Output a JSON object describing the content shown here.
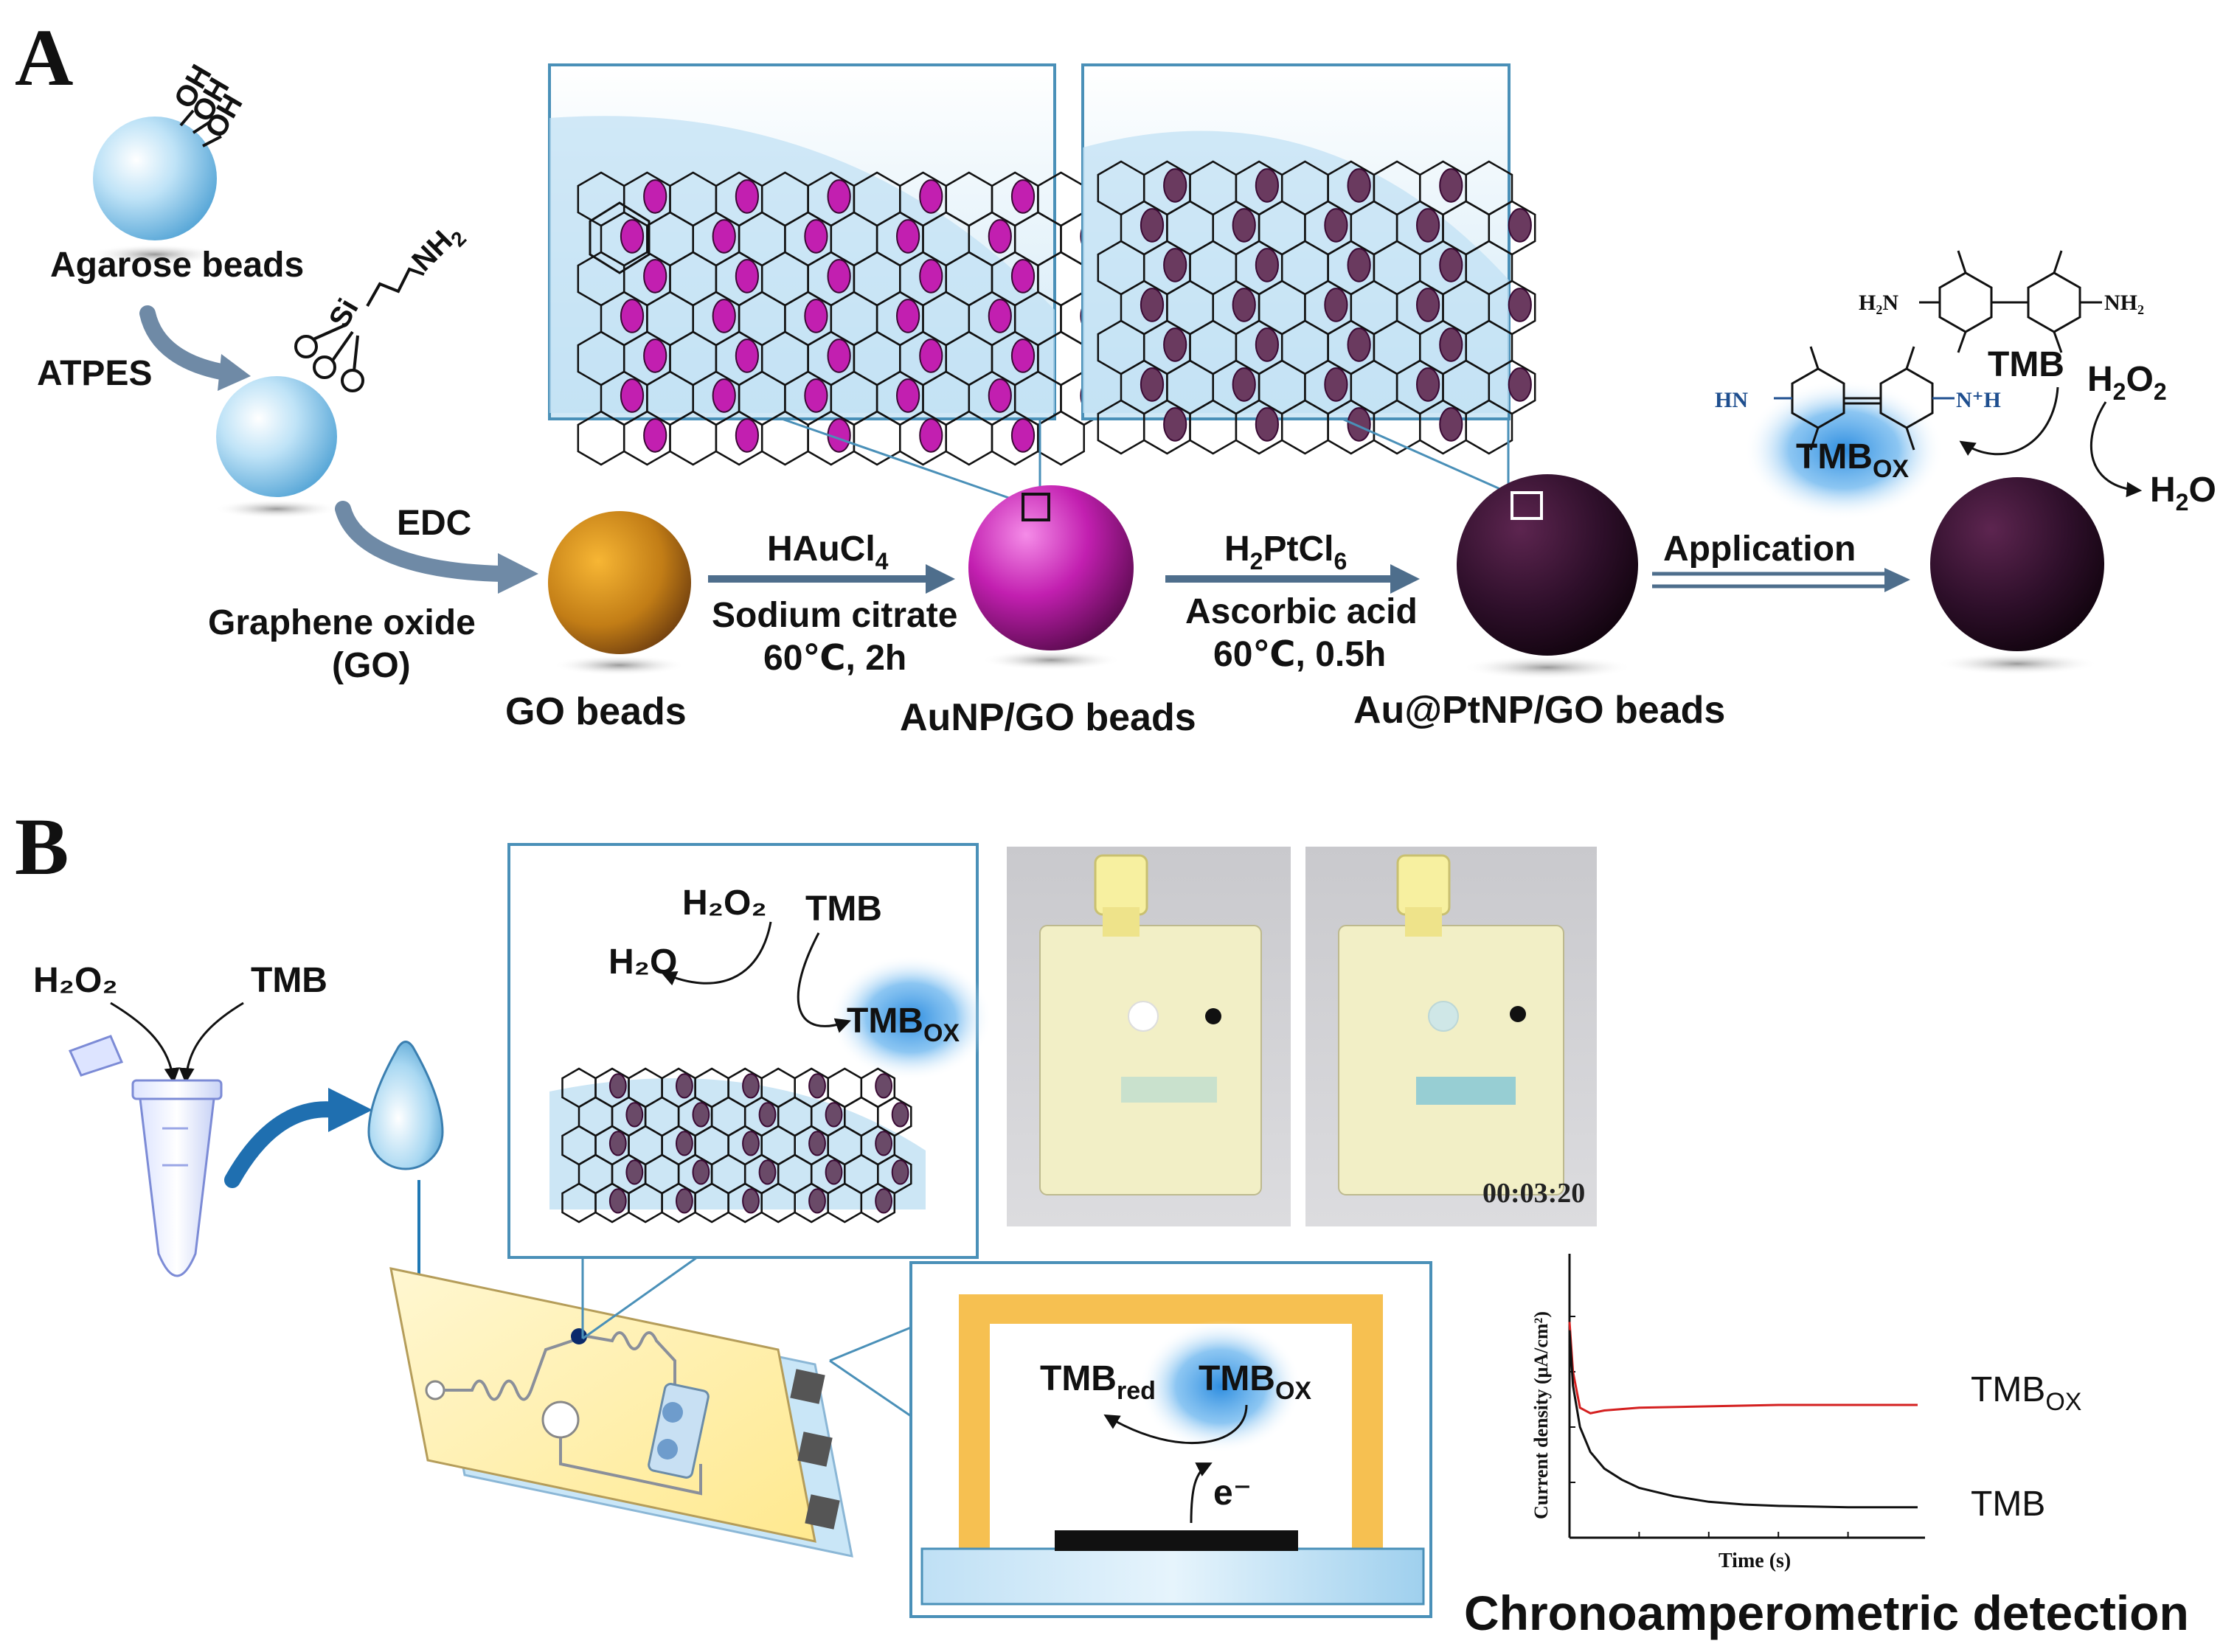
{
  "panels": {
    "a": "A",
    "b": "B"
  },
  "panel_a": {
    "agarose_oh": [
      "OH",
      "OH",
      "OH"
    ],
    "agarose_label": "Agarose beads",
    "atpes_label": "ATPES",
    "silane_si": "Si",
    "silane_nh": "NH",
    "silane_nh_sub": "2",
    "edc_label": "EDC",
    "go_label_1": "Graphene oxide",
    "go_label_2": "(GO)",
    "go_beads_label": "GO beads",
    "step1_reagent": "HAuCl",
    "step1_reagent_sub": "4",
    "step1_cond1": "Sodium citrate",
    "step1_cond2": "60℃, 2h",
    "aunp_label": "AuNP/GO beads",
    "step2_reagent_a": "H",
    "step2_reagent_sub1": "2",
    "step2_reagent_b": "PtCl",
    "step2_reagent_sub2": "6",
    "step2_cond1": "Ascorbic acid",
    "step2_cond2": "60℃, 0.5h",
    "aupt_label": "Au@PtNP/GO beads",
    "application_label": "Application",
    "tmb_label": "TMB",
    "tmb_h2n": "H₂N",
    "tmb_nh2": "NH₂",
    "tmbox_hn": "HN",
    "tmbox_nh": "N⁺H",
    "tmbox_label": "TMB",
    "tmbox_sub": "OX",
    "h2o2_a": "H",
    "h2o2_sub1": "2",
    "h2o2_b": "O",
    "h2o2_sub2": "2",
    "h2o_a": "H",
    "h2o_sub": "2",
    "h2o_b": "O"
  },
  "panel_b": {
    "h2o2": "H₂O₂",
    "tmb": "TMB",
    "inset_h2o2": "H₂O₂",
    "inset_tmb": "TMB",
    "inset_h2o": "H₂O",
    "inset_tmbox": "TMB",
    "inset_tmbox_sub": "OX",
    "timer": "00:03:20",
    "cell_tmbred": "TMB",
    "cell_tmbred_sub": "red",
    "cell_tmbox": "TMB",
    "cell_tmbox_sub": "OX",
    "cell_electron": "e⁻",
    "caption": "Chronoamperometric detection"
  },
  "chart_data": {
    "type": "line",
    "title": "",
    "xlabel": "Time (s)",
    "ylabel": "Current density (μA/cm²)",
    "series": [
      {
        "name": "TMB_OX",
        "label": "TMB",
        "label_sub": "OX",
        "color": "#d42020",
        "x": [
          0,
          0.01,
          0.03,
          0.06,
          0.1,
          0.2,
          0.4,
          0.6,
          0.8,
          1.0
        ],
        "y": [
          0.78,
          0.6,
          0.47,
          0.45,
          0.46,
          0.47,
          0.475,
          0.48,
          0.48,
          0.48
        ]
      },
      {
        "name": "TMB",
        "label": "TMB",
        "label_sub": "",
        "color": "#111111",
        "x": [
          0,
          0.01,
          0.03,
          0.06,
          0.1,
          0.15,
          0.2,
          0.3,
          0.4,
          0.5,
          0.6,
          0.8,
          1.0
        ],
        "y": [
          0.75,
          0.55,
          0.4,
          0.31,
          0.25,
          0.21,
          0.18,
          0.15,
          0.13,
          0.12,
          0.115,
          0.11,
          0.11
        ]
      }
    ],
    "xlim": [
      0,
      1
    ],
    "ylim": [
      0,
      1
    ],
    "grid": false
  },
  "colors": {
    "magenta_bead": "#c21fb0",
    "dark_bead": "#2e0f2a",
    "go_bead": "#c98815",
    "blue_glow": "#2f8ee0",
    "chip_yellow": "#fff3b8",
    "cell_orange": "#f6c051"
  }
}
